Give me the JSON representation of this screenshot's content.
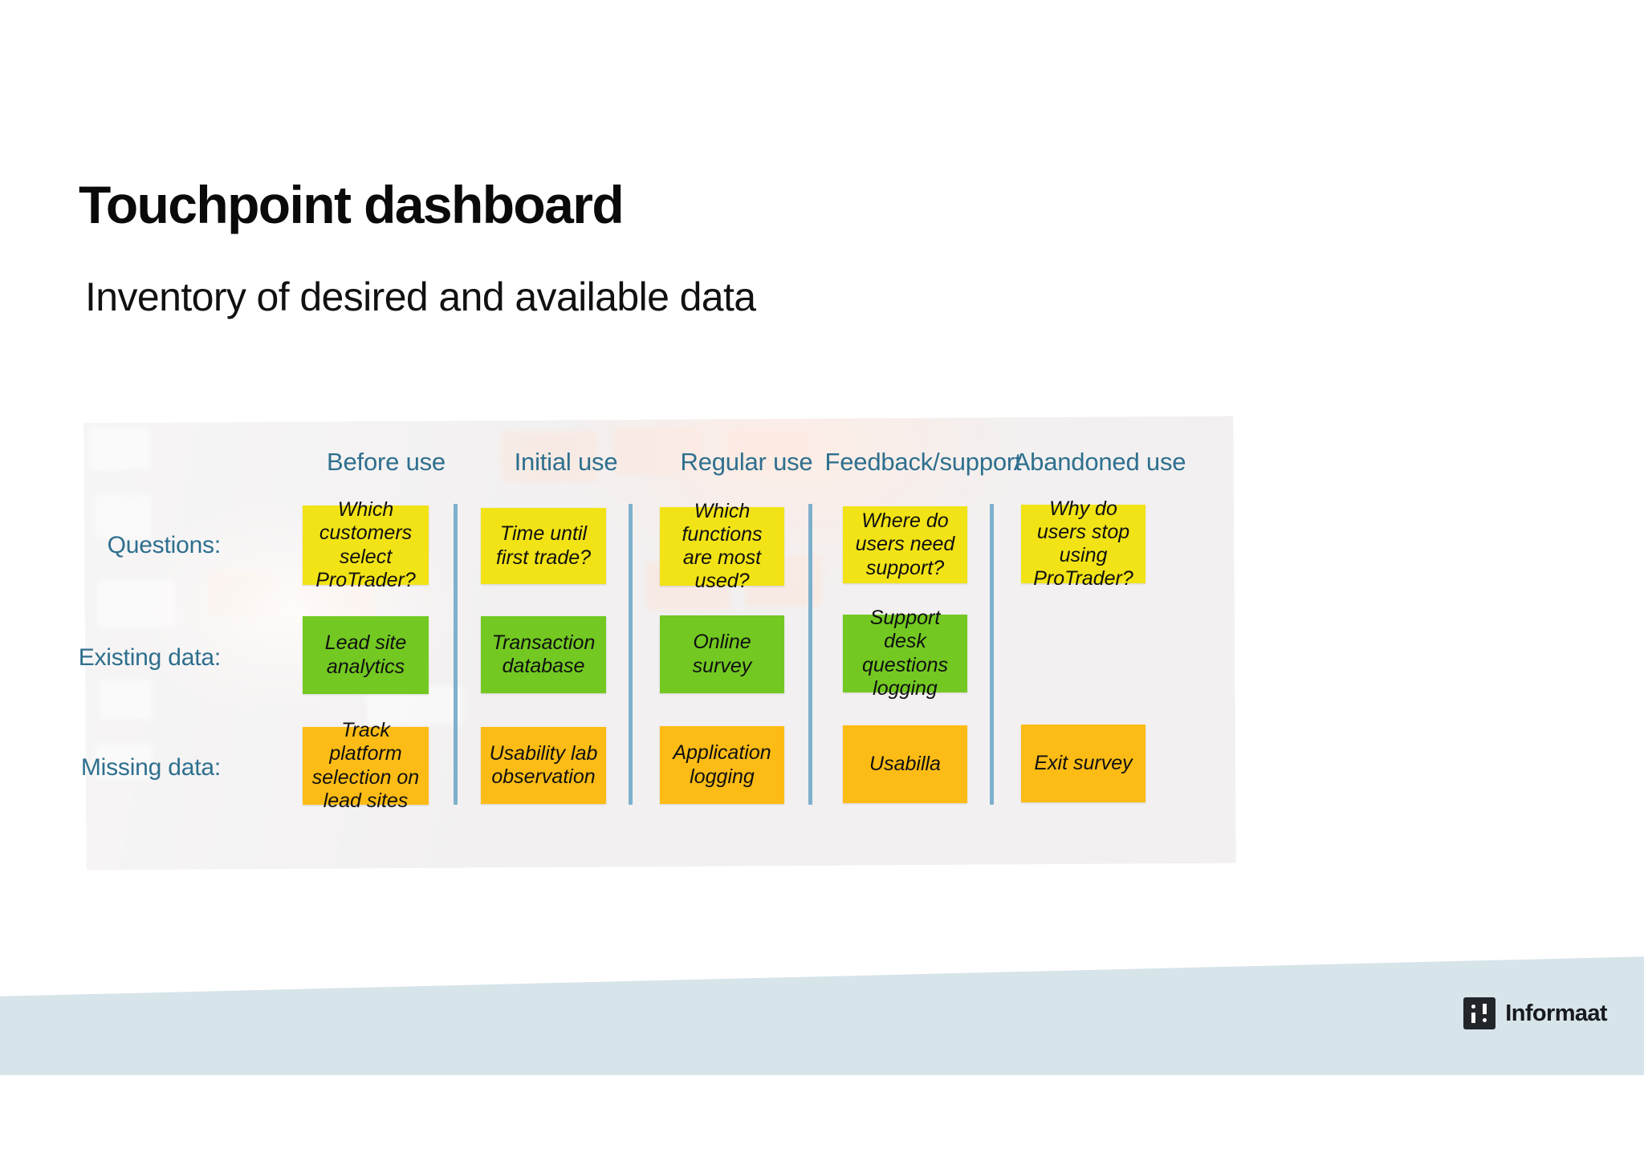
{
  "slide": {
    "title": "Touchpoint dashboard",
    "subtitle": "Inventory of desired and available data"
  },
  "board": {
    "columns": [
      {
        "id": "before-use",
        "label": "Before use"
      },
      {
        "id": "initial-use",
        "label": "Initial use"
      },
      {
        "id": "regular-use",
        "label": "Regular use"
      },
      {
        "id": "feedback-support",
        "label": "Feedback/support"
      },
      {
        "id": "abandoned-use",
        "label": "Abandoned use"
      }
    ],
    "rows": [
      {
        "id": "questions",
        "label": "Questions:",
        "color": "#f2e316"
      },
      {
        "id": "existing-data",
        "label": "Existing data:",
        "color": "#73c922"
      },
      {
        "id": "missing-data",
        "label": "Missing data:",
        "color": "#fdbc15"
      }
    ],
    "cells": {
      "questions": {
        "before-use": "Which customers select ProTrader?",
        "initial-use": "Time until first trade?",
        "regular-use": "Which functions are most used?",
        "feedback-support": "Where do users need support?",
        "abandoned-use": "Why do users stop using ProTrader?"
      },
      "existing-data": {
        "before-use": "Lead site analytics",
        "initial-use": "Transaction database",
        "regular-use": "Online survey",
        "feedback-support": "Support desk questions logging",
        "abandoned-use": ""
      },
      "missing-data": {
        "before-use": "Track platform selection on lead sites",
        "initial-use": "Usability lab observation",
        "regular-use": "Application logging",
        "feedback-support": "Usabilla",
        "abandoned-use": "Exit survey"
      }
    },
    "accent_color": "#2e6f8e",
    "divider_color": "#7eb0cd",
    "panel_color": "#f2f0f0"
  },
  "footer": {
    "brand": "Informaat",
    "band_color": "#d7e4ea",
    "logo_color": "#22262b"
  }
}
